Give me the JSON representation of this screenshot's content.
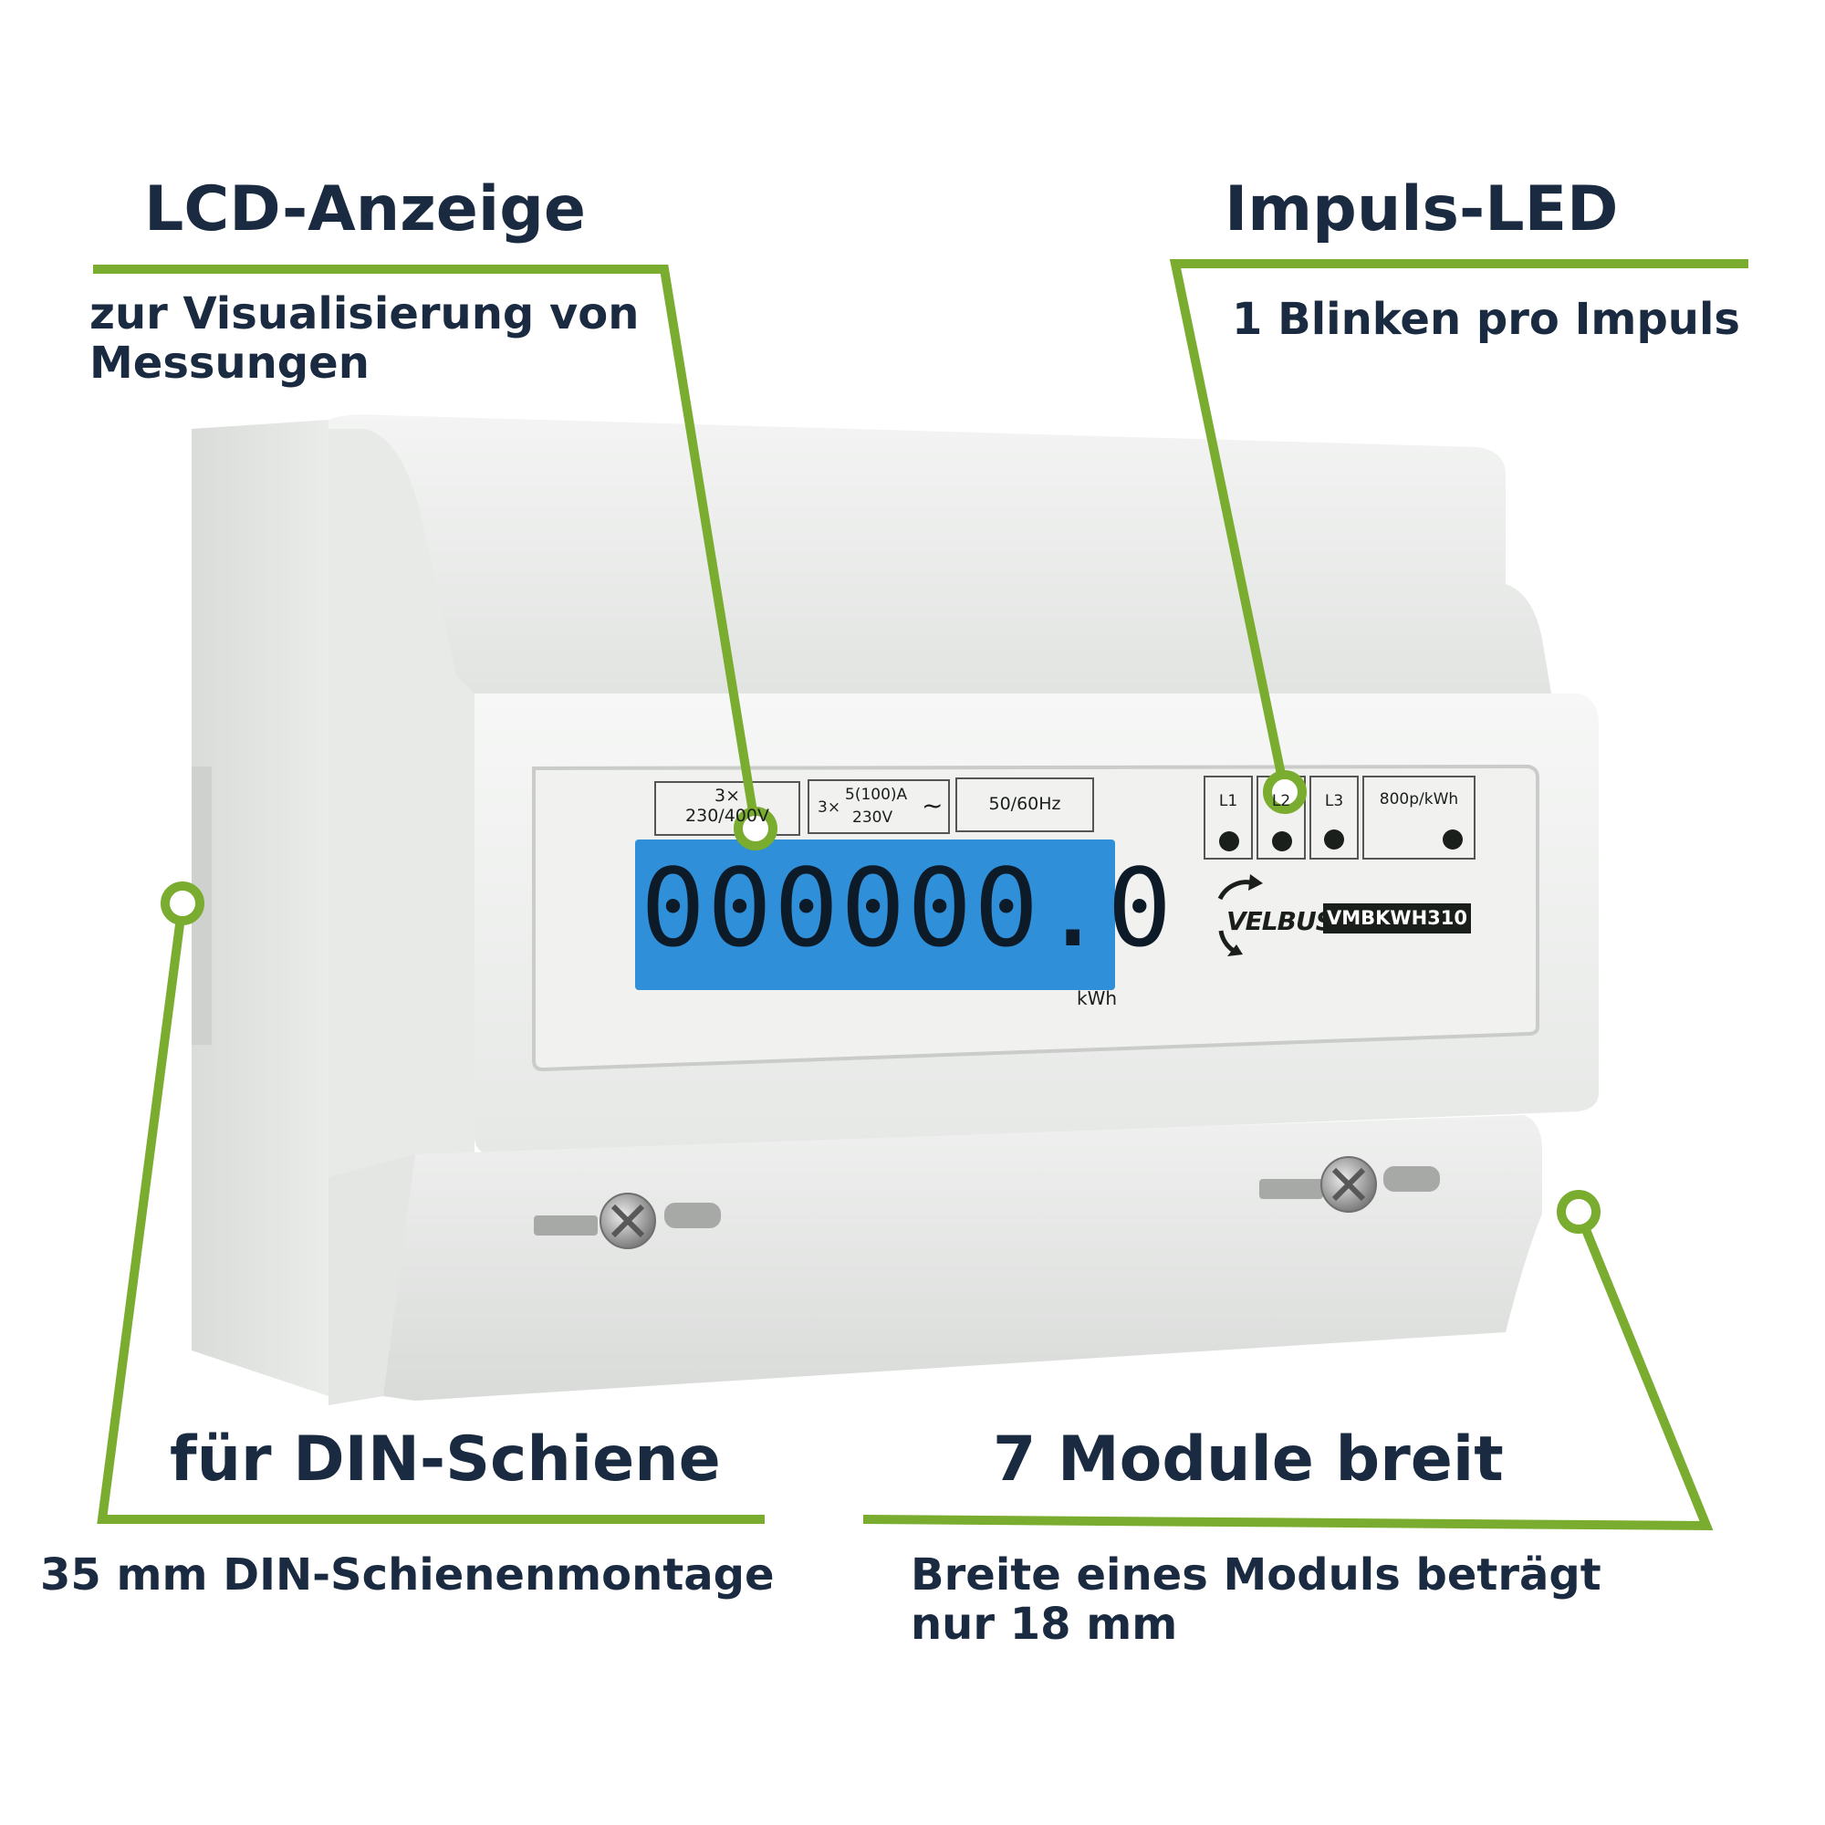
{
  "callouts": {
    "lcd": {
      "title": "LCD-Anzeige",
      "line1": "zur Visualisierung von",
      "line2": "Messungen"
    },
    "led": {
      "title": "Impuls-LED",
      "line1": "1 Blinken pro Impuls"
    },
    "din": {
      "title": "für DIN-Schiene",
      "line1": "35 mm DIN-Schienenmontage"
    },
    "modules": {
      "title": "7 Module breit",
      "line1": "Breite eines Moduls beträgt",
      "line2": "nur 18 mm"
    }
  },
  "meter": {
    "spec_voltage_top": "3×",
    "spec_voltage_bottom": "230/400V",
    "spec_current_prefix": "3×",
    "spec_current_top": "5(100)A",
    "spec_current_bottom": "230V",
    "spec_current_symbol": "~",
    "spec_frequency": "50/60Hz",
    "display_value": "000000.0",
    "display_unit": "kWh",
    "led_labels": [
      "L1",
      "L2",
      "L3",
      "800p/kWh"
    ],
    "brand": "VELBUS",
    "model": "VMBKWH310"
  },
  "colors": {
    "accent_green": "#7aac2f",
    "text_navy": "#1a2a40",
    "lcd_blue": "#2f8fd8",
    "housing": "#eceeec"
  }
}
